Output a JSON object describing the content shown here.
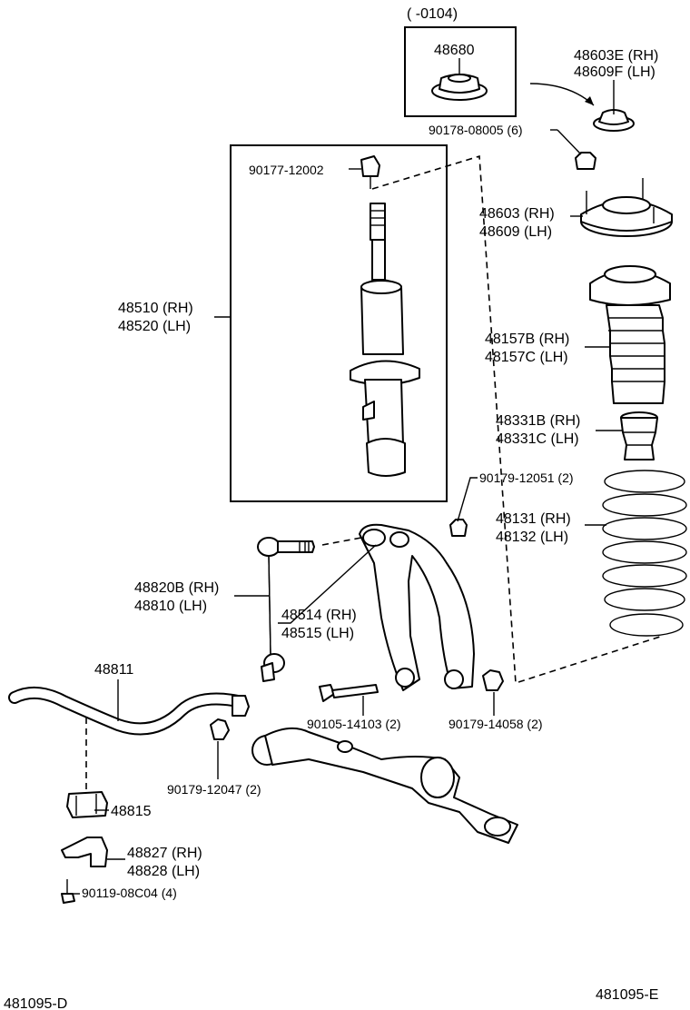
{
  "header_range": "(        -0104)",
  "labels": {
    "p48680": "48680",
    "p48603E": "48603E (RH)",
    "p48609F": "48609F (LH)",
    "p90178": "90178-08005 (6)",
    "p90177": "90177-12002",
    "p48603": "48603 (RH)",
    "p48609": "48609 (LH)",
    "p48510": "48510 (RH)",
    "p48520": "48520 (LH)",
    "p48157B": "48157B (RH)",
    "p48157C": "48157C (LH)",
    "p48331B": "48331B (RH)",
    "p48331C": "48331C (LH)",
    "p90179_12051": "90179-12051 (2)",
    "p48131": "48131 (RH)",
    "p48132": "48132 (LH)",
    "p48820B": "48820B (RH)",
    "p48810": "48810   (LH)",
    "p48514": "48514 (RH)",
    "p48515": "48515 (LH)",
    "p48811": "48811",
    "p90105": "90105-14103 (2)",
    "p90179_14058": "90179-14058 (2)",
    "p90179_12047": "90179-12047 (2)",
    "p48815": "48815",
    "p48827": "48827 (RH)",
    "p48828": "48828 (LH)",
    "p90119": "90119-08C04 (4)"
  },
  "footer": {
    "left_code": "481095-D",
    "right_code": "481095-E"
  }
}
